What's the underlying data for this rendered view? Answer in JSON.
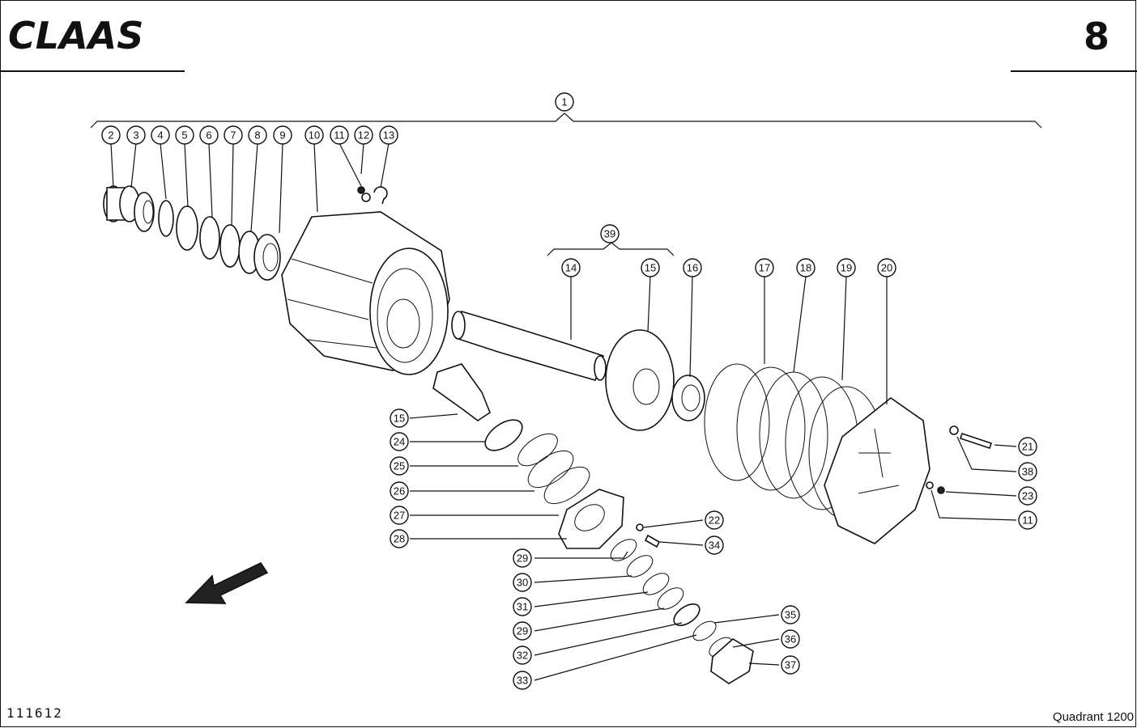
{
  "header": {
    "brand": "CLAAS",
    "page_number": "8"
  },
  "footer": {
    "diagram_number": "111612",
    "model": "Quadrant 1200"
  },
  "callouts": [
    "1",
    "2",
    "3",
    "4",
    "5",
    "6",
    "7",
    "8",
    "9",
    "10",
    "11",
    "12",
    "13",
    "39",
    "14",
    "15",
    "16",
    "17",
    "18",
    "19",
    "20",
    "15",
    "24",
    "25",
    "26",
    "27",
    "28",
    "22",
    "34",
    "21",
    "38",
    "23",
    "11",
    "29",
    "30",
    "31",
    "29",
    "32",
    "33",
    "35",
    "36",
    "37"
  ],
  "icons": {
    "direction_arrow": "arrow-down-left-icon",
    "logo": "claas-logo"
  },
  "colors": {
    "ink": "#111111",
    "paper": "#ffffff"
  }
}
